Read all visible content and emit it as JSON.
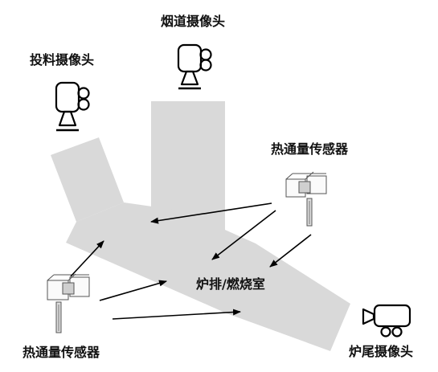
{
  "labels": {
    "flue_camera": "烟道摄像头",
    "feed_camera": "投料摄像头",
    "heat_sensor_top": "热通量传感器",
    "furnace": "炉排/燃烧室",
    "heat_sensor_bottom": "热通量传感器",
    "tail_camera": "炉尾摄像头"
  },
  "colors": {
    "duct": "#d9d9d9",
    "stroke": "#000000",
    "text": "#111111"
  },
  "icons": {
    "flue": "video-camera-icon",
    "feed": "video-camera-icon",
    "tail": "video-camera-icon",
    "sensor_top": "heat-flux-sensor-icon",
    "sensor_bottom": "heat-flux-sensor-icon"
  }
}
